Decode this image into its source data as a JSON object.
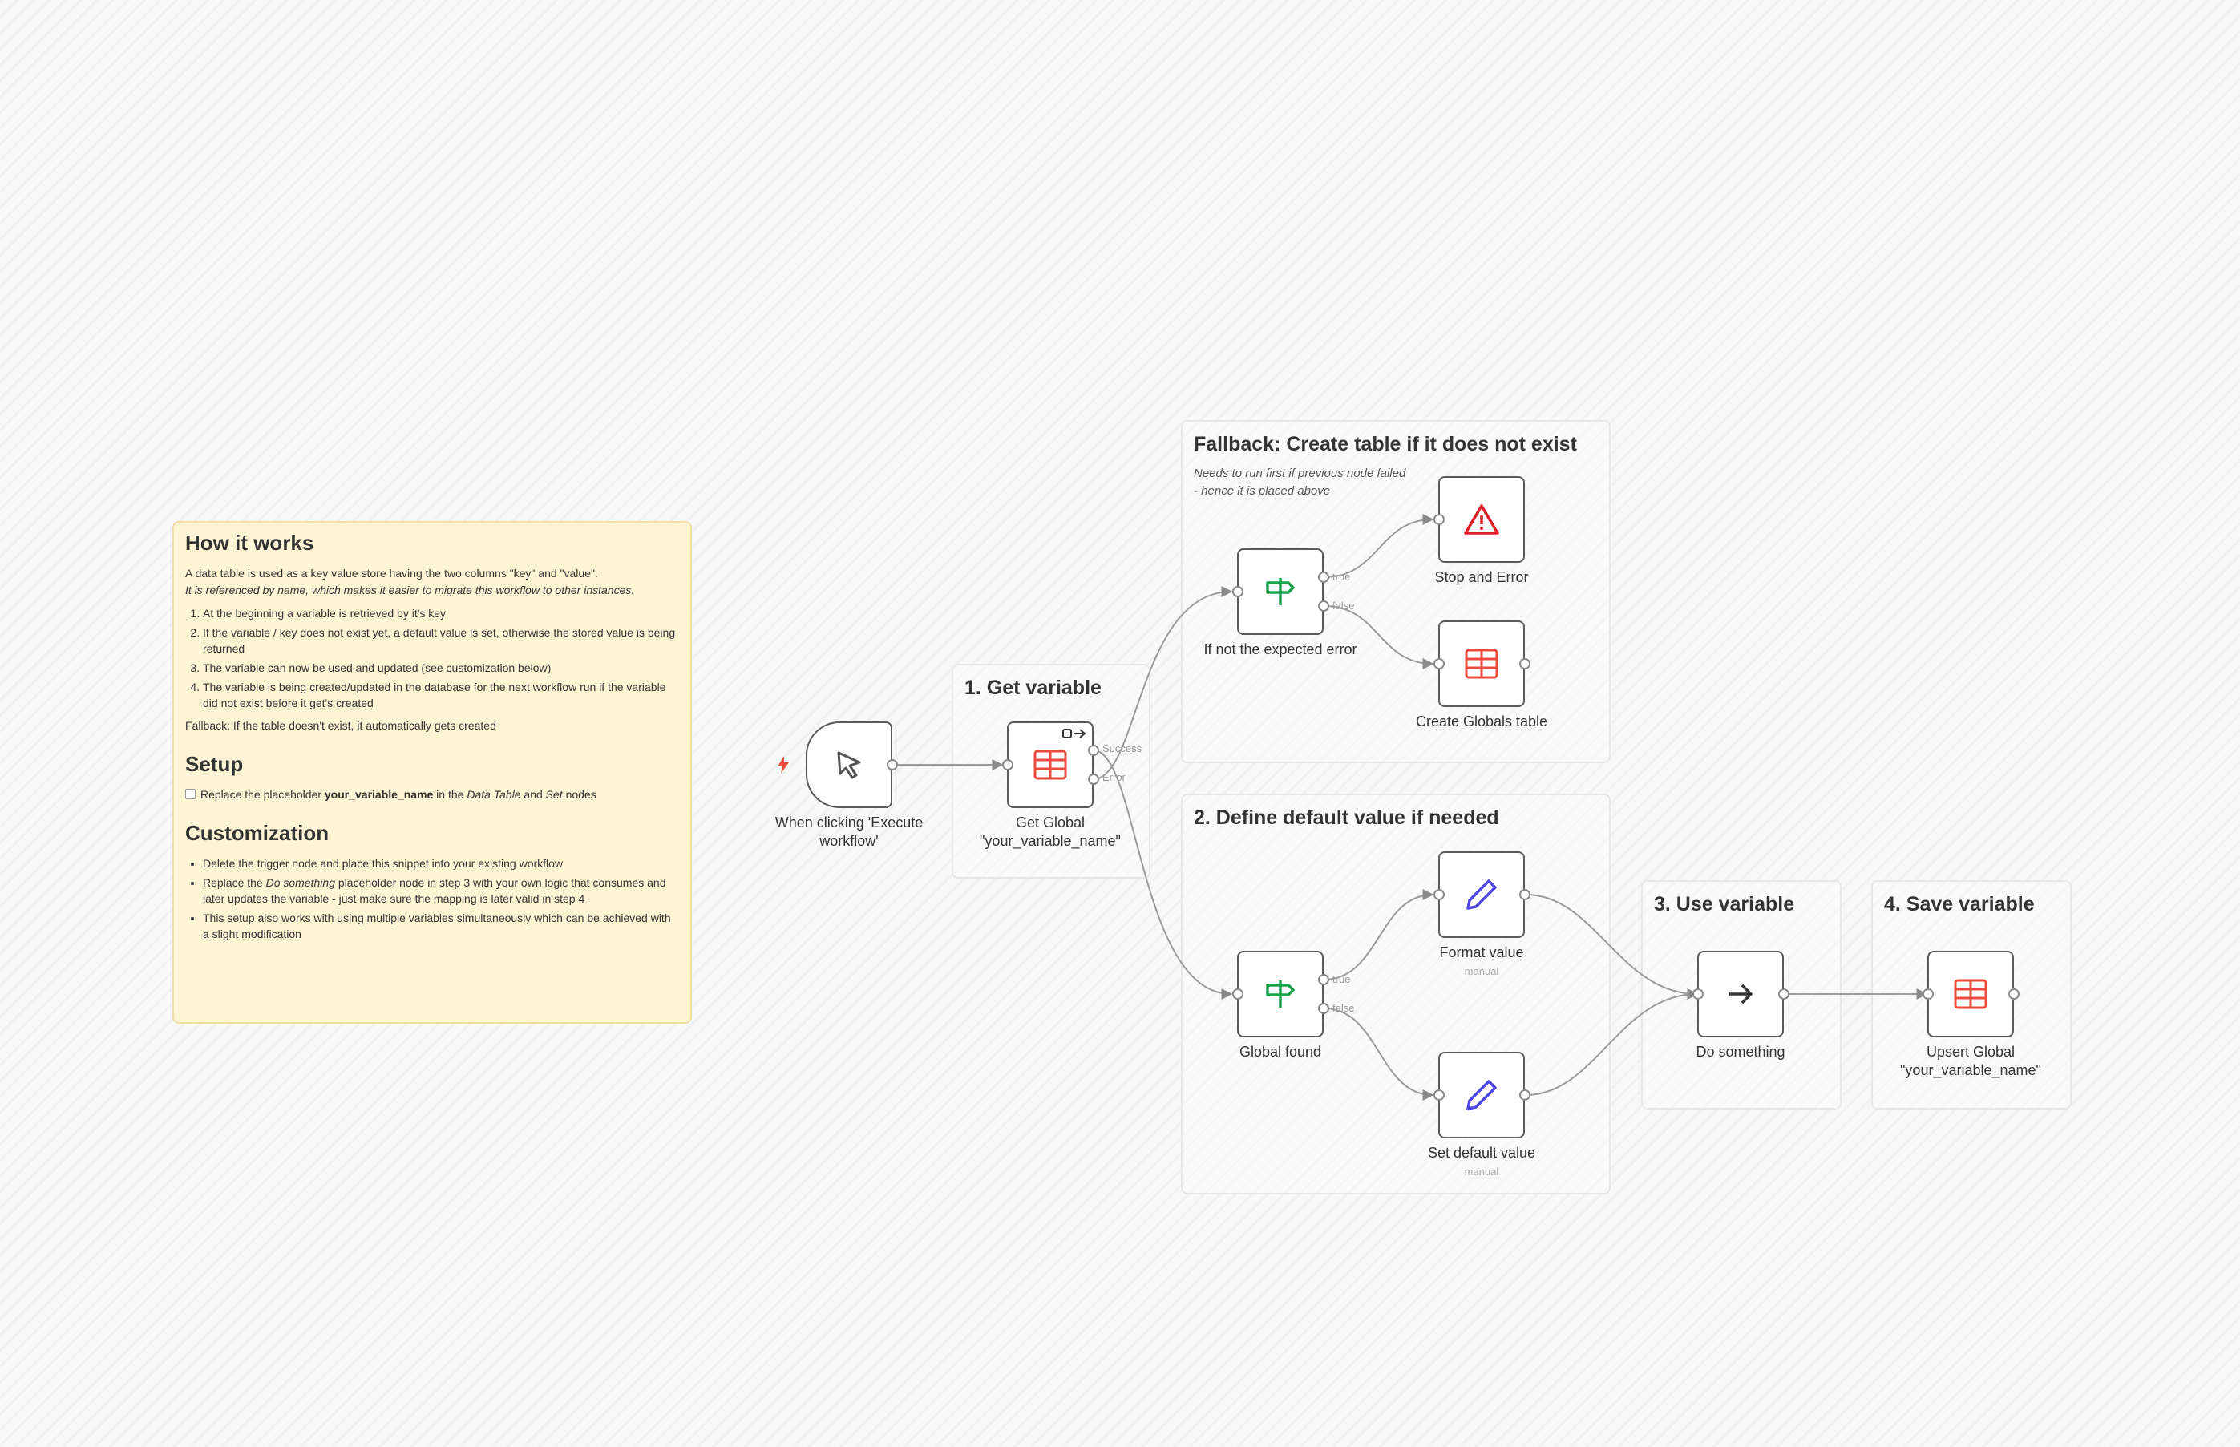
{
  "how_it_works": {
    "title": "How it works",
    "intro": "A data table is used as a key value store having the two columns \"key\" and \"value\".",
    "intro_italic": "It is referenced by name, which makes it easier to migrate this workflow to other instances.",
    "steps": [
      "At the beginning a variable is retrieved by it's key",
      "If the variable / key does not exist yet, a default value is set, otherwise the stored value is being returned",
      "The variable can now be used and updated (see customization below)",
      "The variable is being created/updated in the database for the next workflow run if the variable did not exist before it get's created"
    ],
    "fallback": "Fallback: If the table doesn't exist, it automatically gets created",
    "setup_title": "Setup",
    "setup_pre": "Replace the placeholder ",
    "setup_bold": "your_variable_name",
    "setup_mid": " in the ",
    "setup_italic1": "Data Table",
    "setup_and": " and ",
    "setup_italic2": "Set",
    "setup_post": " nodes",
    "custom_title": "Customization",
    "custom_1": "Delete the trigger node and place this snippet into your existing workflow",
    "custom_2_pre": "Replace the ",
    "custom_2_italic": "Do something",
    "custom_2_post": " placeholder node in step 3 with your own logic that consumes and later updates the variable - just make sure the mapping is later valid in step 4",
    "custom_3": "This setup also works with using multiple variables simultaneously which can be achieved with a slight modification"
  },
  "stickies": {
    "get_variable": "1. Get variable",
    "fallback": "Fallback: Create table if it does not exist",
    "fallback_sub": "Needs to run first if previous node failed - hence it is placed above",
    "define_default": "2. Define default value if needed",
    "use_variable": "3. Use variable",
    "save_variable": "4. Save variable"
  },
  "nodes": {
    "trigger": "When clicking 'Execute workflow'",
    "get_global": "Get Global \"your_variable_name\"",
    "if_error": "If not the expected error",
    "stop_error": "Stop and Error",
    "create_table": "Create Globals table",
    "global_found": "Global found",
    "format_value": "Format value",
    "format_value_sub": "manual",
    "set_default": "Set default value",
    "set_default_sub": "manual",
    "do_something": "Do something",
    "upsert_global": "Upsert Global \"your_variable_name\""
  },
  "ports": {
    "success": "Success",
    "error": "Error",
    "true": "true",
    "false": "false"
  },
  "colors": {
    "table_icon": "#ea4b3c",
    "if_icon": "#16a34a",
    "stop_icon": "#e11d2a",
    "set_icon": "#4f46e5",
    "trigger_bolt": "#ea4b3c"
  }
}
